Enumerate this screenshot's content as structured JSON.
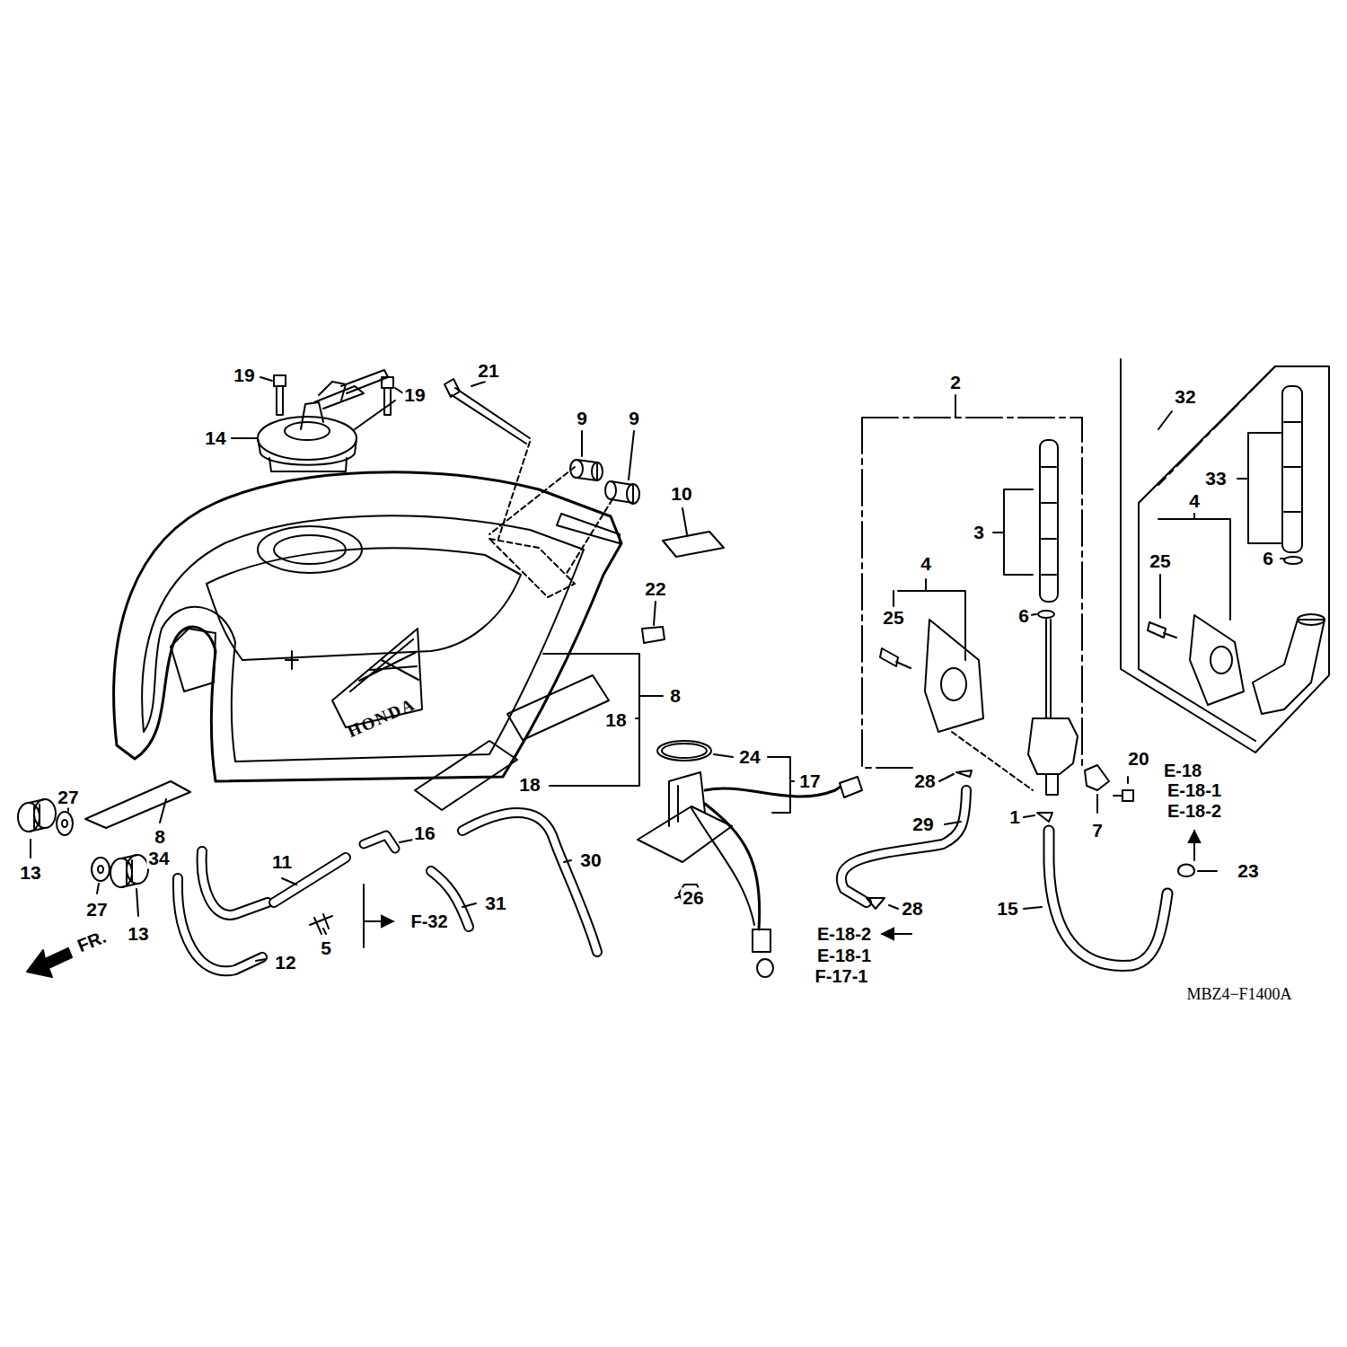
{
  "diagram": {
    "labels": [
      "19",
      "19",
      "14",
      "21",
      "9",
      "9",
      "10",
      "22",
      "8",
      "18",
      "18",
      "8",
      "27",
      "13",
      "34",
      "27",
      "13",
      "11",
      "16",
      "30",
      "31",
      "5",
      "F-32",
      "12",
      "FR.",
      "24",
      "17",
      "26",
      "E-18-2",
      "E-18-1",
      "F-17-1",
      "2",
      "3",
      "4",
      "25",
      "6",
      "28",
      "29",
      "28",
      "1",
      "7",
      "20",
      "E-18",
      "E-18-1",
      "E-18-2",
      "23",
      "15",
      "32",
      "33",
      "4",
      "25",
      "6",
      "MBZ4−F1400A",
      "HONDA"
    ]
  }
}
